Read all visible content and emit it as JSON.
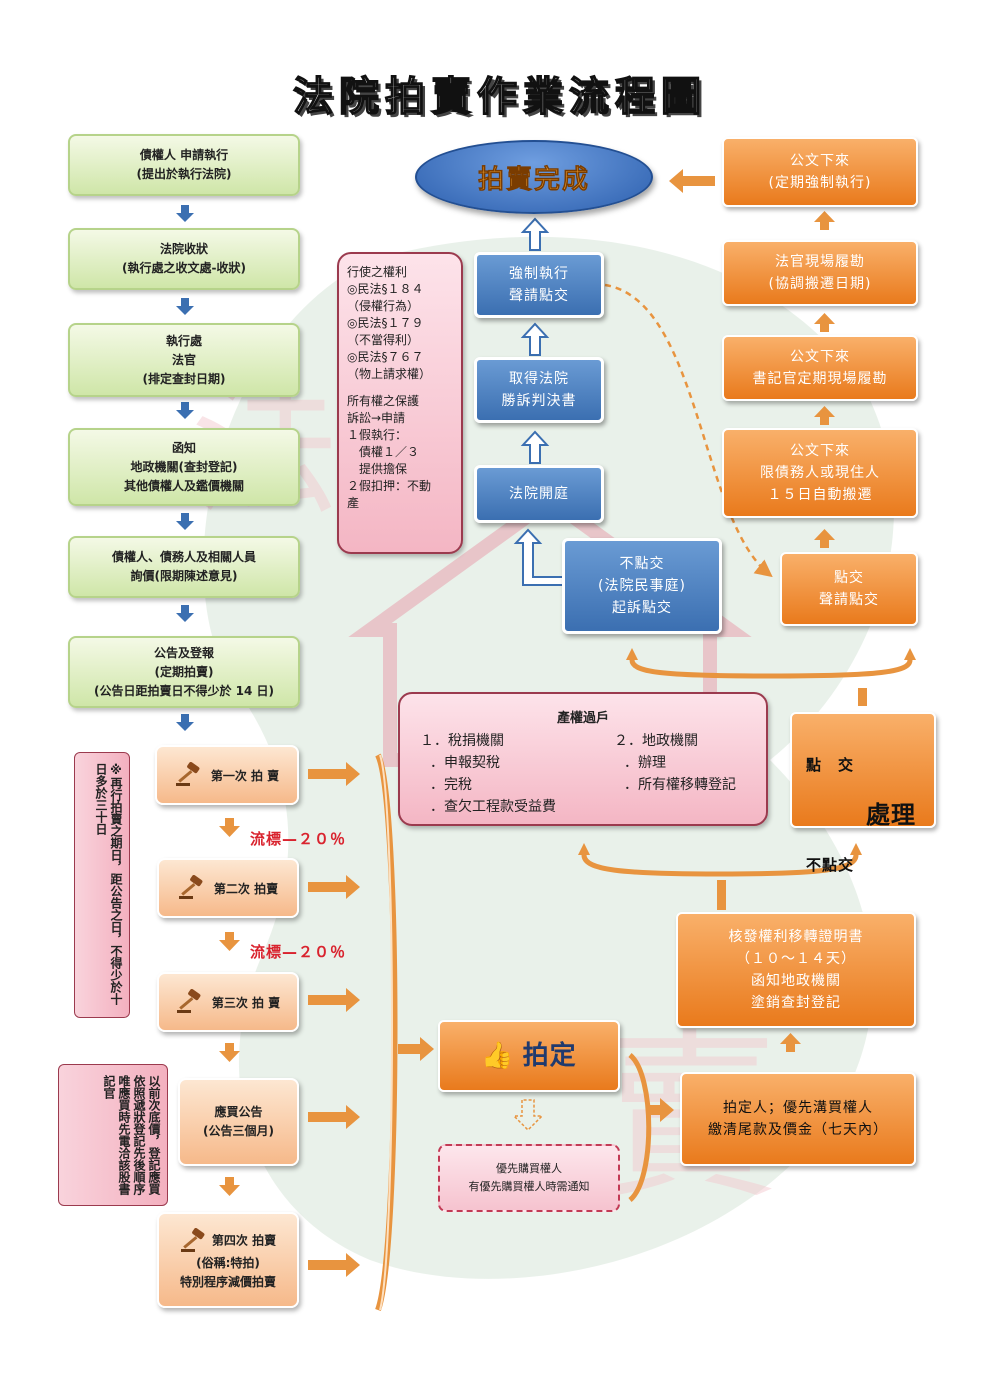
{
  "title": "法院拍賣作業流程圖",
  "left_chain": [
    "債權人 申請執行\n(提出於執行法院)",
    "法院收狀\n(執行處之收文處-收狀)",
    "執行處\n法官\n(排定查封日期)",
    "函知\n地政機關(查封登記)\n其他債權人及鑑價機關",
    "債權人、債務人及相關人員\n詢價(限期陳述意見)",
    "公告及登報\n(定期拍賣)\n(公告日距拍賣日不得少於 14 日)"
  ],
  "auctions": {
    "first": "第一次 拍 賣",
    "second": "第二次 拍賣",
    "third": "第三次 拍 賣",
    "fourth_title": "第四次 拍賣",
    "fourth_sub1": "(俗稱:特拍)",
    "fourth_sub2": "特別程序減價拍賣",
    "reserve": "應買公告\n(公告三個月)"
  },
  "reduction_label": "流標—２０％",
  "scroll_left": "※再行拍賣之期日，距公告之日，不得少於十日多於三十日",
  "scroll_bottom": "以前次底價，登記應買依照遞狀登記先後順序唯應買時先電洽該股書記官",
  "complete_label": "拍賣完成",
  "blue_chain": {
    "enforce": "強制執行\n聲請點交",
    "judgment": "取得法院\n勝訴判決書",
    "court": "法院開庭",
    "no_handover": "不點交\n(法院民事庭)\n起訴點交"
  },
  "rights_note": {
    "line1": "行使之權利",
    "line2": "◎民法§１８４",
    "line3": "（侵權行為）",
    "line4": "◎民法§１７９",
    "line5": "（不當得利）",
    "line6": "◎民法§７６７",
    "line7": "（物上請求權）",
    "line8": "所有權之保護",
    "line9": "訴訟→申請",
    "line10": "１假執行：",
    "line11": "　債權１／３",
    "line12": "　提供擔保",
    "line13": "２假扣押：不動",
    "line14": "產"
  },
  "right_chain": {
    "r1": "公文下來\n(定期強制執行)",
    "r2": "法官現場履勘\n(協調搬遷日期)",
    "r3": "公文下來\n書記官定期現場履勘",
    "r4": "公文下來\n限債務人或現住人\n１５日自動搬遷",
    "r5": "點交\n聲請點交"
  },
  "transfer": {
    "title": "產權過戶",
    "col1_head": "１．稅捐機關",
    "col1_items": [
      "．申報契稅",
      "．完稅",
      "．查欠工程款受益費"
    ],
    "col2_head": "２．地政機關",
    "col2_items": [
      "．辦理",
      "．所有權移轉登記"
    ]
  },
  "handling": {
    "top": "點　交",
    "mid": "處理",
    "bottom": "不點交"
  },
  "certificate": "核發權利移轉證明書\n（１０～１４天）\n函知地政機關\n塗銷查封登記",
  "winning_bid": "拍定",
  "payment": "拍定人；優先溝買權人\n繳清尾款及價金（七天內）",
  "preempt": "優先購買權人\n有優先購買權人時需通知",
  "colors": {
    "green_box": "#cfe6a8",
    "orange_box": "#e97a1c",
    "blue_box": "#3b6fb1",
    "pink_box": "#f4b6c4",
    "red_text": "#d9232e"
  }
}
